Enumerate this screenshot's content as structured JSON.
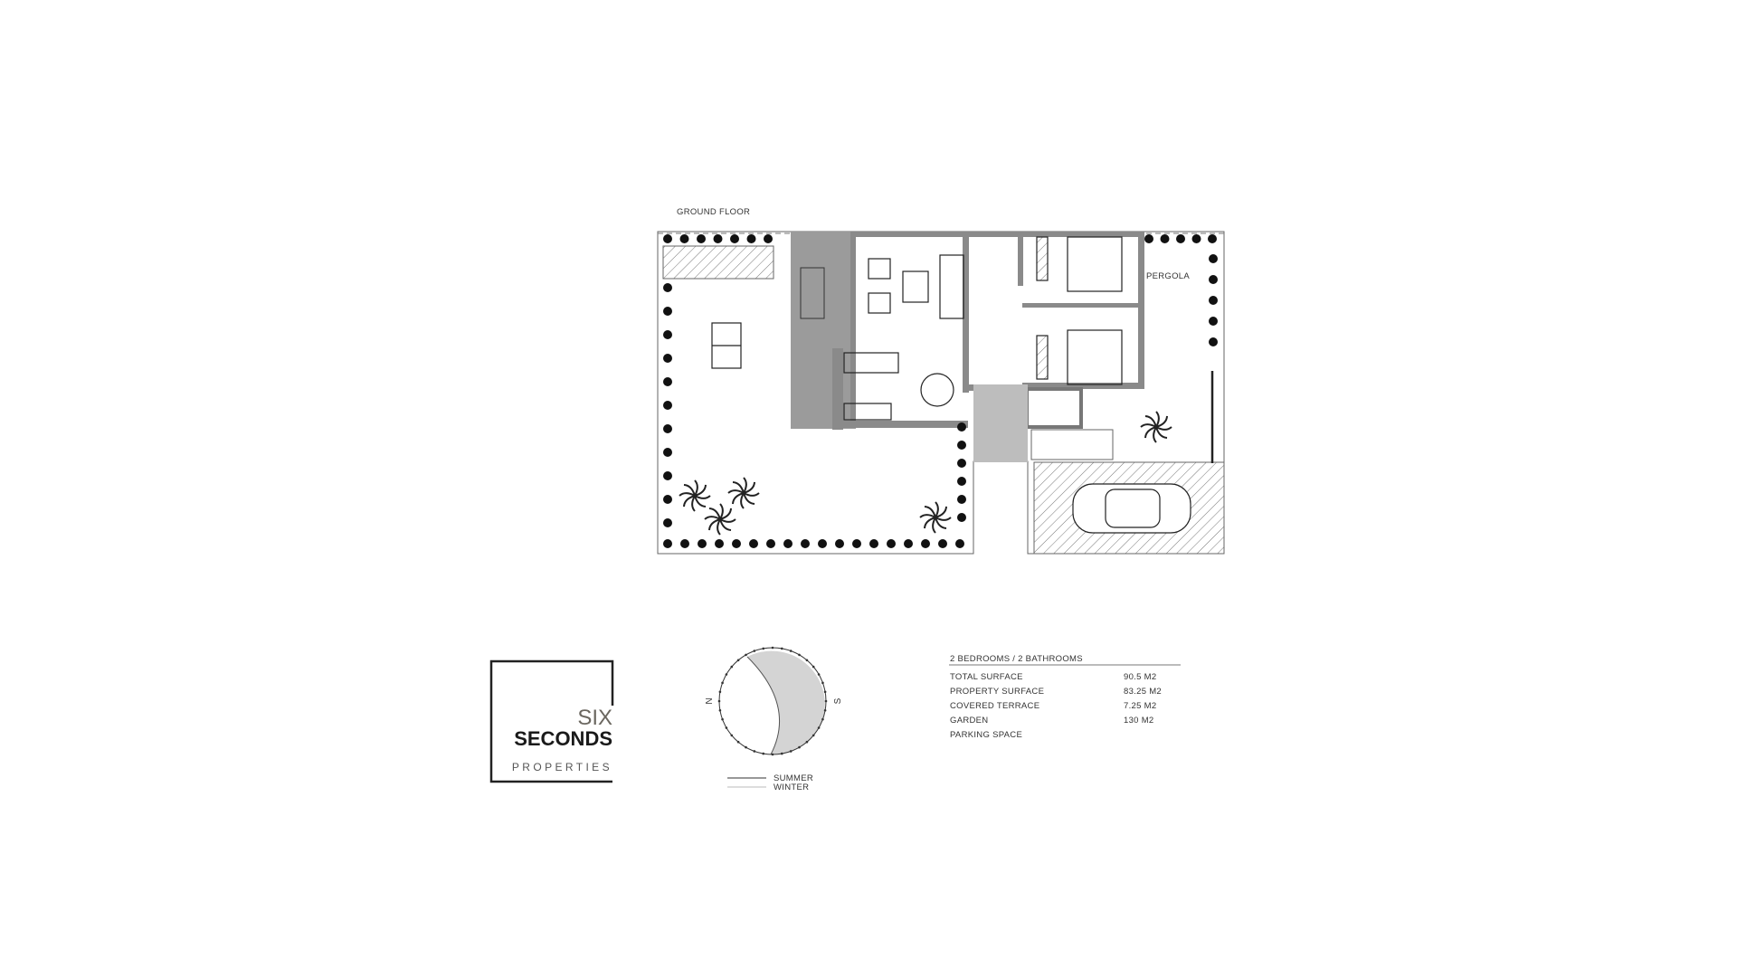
{
  "plan": {
    "title": "GROUND FLOOR",
    "pergola_label": "PERGOLA",
    "terrace_color": "#9b9b9b",
    "entrance_color": "#bdbdbd"
  },
  "logo": {
    "line1": "SIX",
    "line2": "SECONDS",
    "line3": "PROPERTIES",
    "accent_color": "#6b6760"
  },
  "sun_diagram": {
    "north": "N",
    "south": "S",
    "legend": [
      {
        "label": "SUMMER",
        "color": "#777777"
      },
      {
        "label": "WINTER",
        "color": "#bbbbbb"
      }
    ]
  },
  "specs": {
    "heading": "2 BEDROOMS / 2 BATHROOMS",
    "rows": [
      {
        "label": "TOTAL SURFACE",
        "value": "90.5 M2"
      },
      {
        "label": "PROPERTY SURFACE",
        "value": "83.25 M2"
      },
      {
        "label": "COVERED TERRACE",
        "value": "7.25 M2"
      },
      {
        "label": "GARDEN",
        "value": "130 M2"
      },
      {
        "label": "PARKING SPACE",
        "value": ""
      }
    ]
  }
}
